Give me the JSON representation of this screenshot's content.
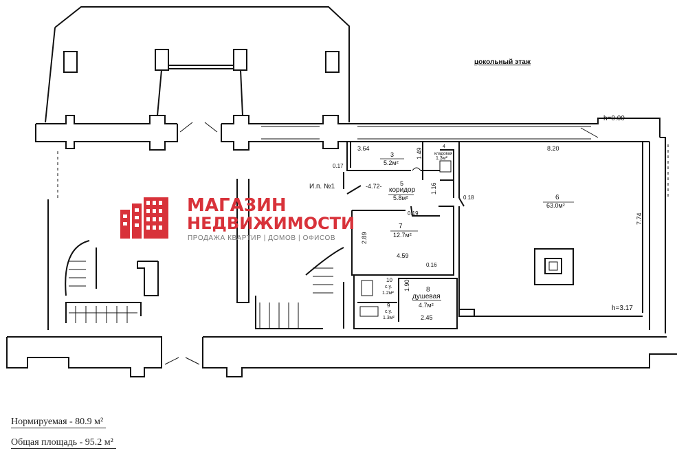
{
  "floor_label": "цокольный этаж",
  "elevation_top": "h=0.00",
  "elevation_bottom": "h=3.17",
  "index_label": "И.п. №1",
  "rooms": {
    "r3": {
      "num": "3",
      "area": "5.2м²"
    },
    "r4": {
      "num": "4",
      "name": "кладовая",
      "area": "1.3м²"
    },
    "r5": {
      "num": "5",
      "name": "коридор",
      "area": "5.8м²"
    },
    "r6": {
      "num": "6",
      "area": "63.0м²"
    },
    "r7": {
      "num": "7",
      "area": "12.7м²"
    },
    "r8": {
      "num": "8",
      "name": "душевая",
      "area": "4.7м²"
    },
    "r9": {
      "num": "9",
      "name": "с.у.",
      "area": "1.3м²"
    },
    "r10": {
      "num": "10",
      "name": "с.у.",
      "area": "1.2м²"
    }
  },
  "dims": {
    "d364": "3.64",
    "d149": "1.49",
    "d017": "0.17",
    "d472": "-4.72-",
    "d116": "1.16",
    "d018": "0.18",
    "d820": "8.20",
    "d774": "7.74",
    "d019": "0.19",
    "d289": "2.89",
    "d459": "4.59",
    "d016": "0.16",
    "d190": "1.90",
    "d245": "2.45"
  },
  "logo": {
    "line1": "МАГАЗИН",
    "line2": "НЕДВИЖИМОСТИ",
    "tagline": "ПРОДАЖА КВАРТИР | ДОМОВ | ОФИСОВ",
    "color": "#d8323a"
  },
  "footer": {
    "normative": "Нормируемая - 80.9 м²",
    "total": "Общая площадь - 95.2 м²"
  }
}
